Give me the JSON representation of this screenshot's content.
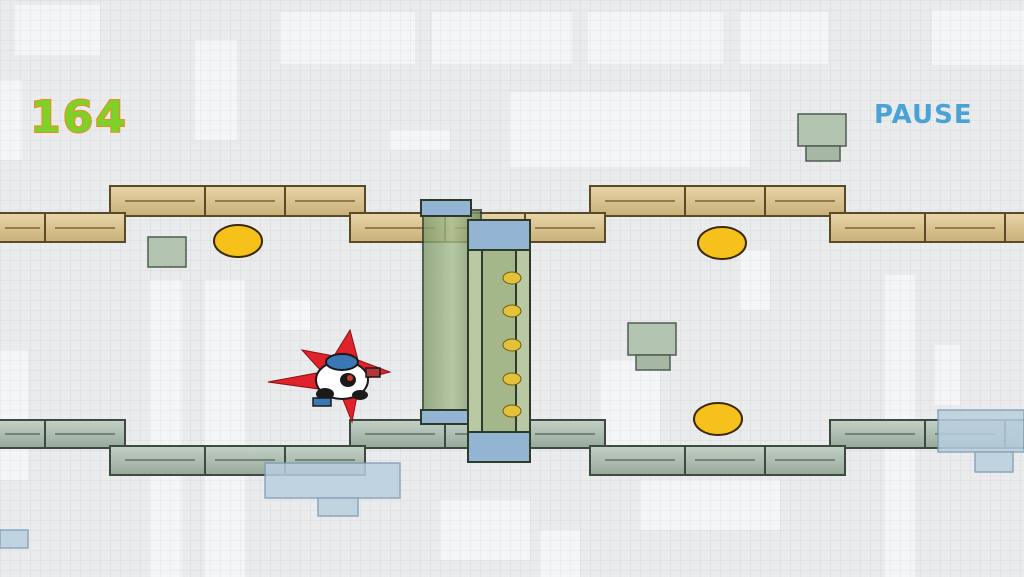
{
  "hud": {
    "score": "164",
    "pause_label": "PAUSE"
  },
  "colors": {
    "background": "#e9ebec",
    "grid_line": "#d9dcde",
    "building": "#f5f6f7",
    "wood_crate": "#d7c291",
    "metal_crate": "#a9b9ae",
    "coin": "#f6c11a",
    "score_fill": "#7fd12a",
    "score_outline": "#f08a1c",
    "pause_text": "#4aa3d6"
  },
  "icons": {
    "player": "panda-ninja-character",
    "coin": "gold-coin",
    "gate": "sliding-metal-gate"
  }
}
